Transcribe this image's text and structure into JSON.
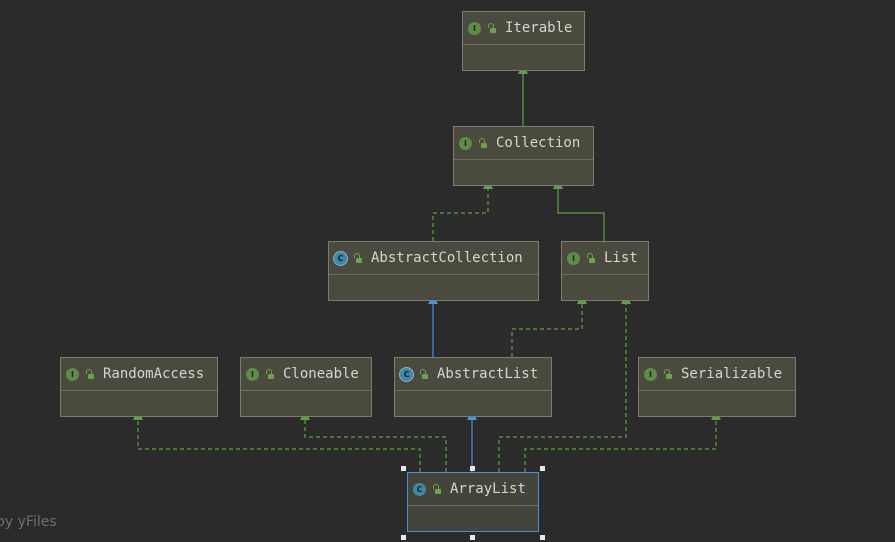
{
  "diagram": {
    "nodes": [
      {
        "id": "iterable",
        "label": "Iterable",
        "kind": "interface",
        "kind_letter": "I"
      },
      {
        "id": "collection",
        "label": "Collection",
        "kind": "interface",
        "kind_letter": "I"
      },
      {
        "id": "abstract-collection",
        "label": "AbstractCollection",
        "kind": "abstract-class",
        "kind_letter": "C"
      },
      {
        "id": "list",
        "label": "List",
        "kind": "interface",
        "kind_letter": "I"
      },
      {
        "id": "random-access",
        "label": "RandomAccess",
        "kind": "interface",
        "kind_letter": "I"
      },
      {
        "id": "cloneable",
        "label": "Cloneable",
        "kind": "interface",
        "kind_letter": "I"
      },
      {
        "id": "abstract-list",
        "label": "AbstractList",
        "kind": "abstract-class",
        "kind_letter": "C"
      },
      {
        "id": "serializable",
        "label": "Serializable",
        "kind": "interface",
        "kind_letter": "I"
      },
      {
        "id": "array-list",
        "label": "ArrayList",
        "kind": "class",
        "kind_letter": "C",
        "selected": true
      }
    ],
    "edges": [
      {
        "from": "collection",
        "to": "iterable",
        "type": "extends"
      },
      {
        "from": "abstract-collection",
        "to": "collection",
        "type": "implements"
      },
      {
        "from": "list",
        "to": "collection",
        "type": "extends"
      },
      {
        "from": "abstract-list",
        "to": "abstract-collection",
        "type": "extends-class"
      },
      {
        "from": "abstract-list",
        "to": "list",
        "type": "implements"
      },
      {
        "from": "array-list",
        "to": "abstract-list",
        "type": "extends-class"
      },
      {
        "from": "array-list",
        "to": "list",
        "type": "implements"
      },
      {
        "from": "array-list",
        "to": "random-access",
        "type": "implements"
      },
      {
        "from": "array-list",
        "to": "cloneable",
        "type": "implements"
      },
      {
        "from": "array-list",
        "to": "serializable",
        "type": "implements"
      }
    ],
    "colors": {
      "background": "#2b2b2b",
      "node_fill": "#4b4a3f",
      "interface_edge": "#5f9e4b",
      "class_edge": "#4a8fe0",
      "selection": "#4a8fd9"
    },
    "watermark": "by yFiles"
  }
}
